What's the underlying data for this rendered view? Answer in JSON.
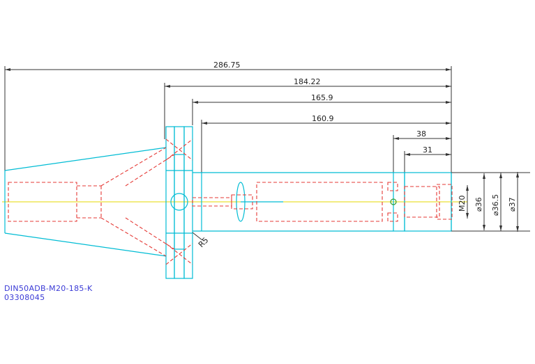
{
  "drawing": {
    "part_number": "DIN50ADB-M20-185-K",
    "article_number": "03308045",
    "dimensions": {
      "overall_length": "286.75",
      "length_a": "184.22",
      "length_b": "165.9",
      "length_c": "160.9",
      "length_d": "38",
      "length_e": "31",
      "radius": "R5",
      "thread": "M20",
      "diameter_1": "⌀36",
      "diameter_2": "⌀36.5",
      "diameter_3": "⌀37"
    }
  },
  "colors": {
    "outline": "#00bcd4",
    "hidden": "#e53935",
    "centerline": "#e6d800",
    "dimension": "#333333",
    "text": "#3a3ad6",
    "green": "#2e9e2e"
  }
}
